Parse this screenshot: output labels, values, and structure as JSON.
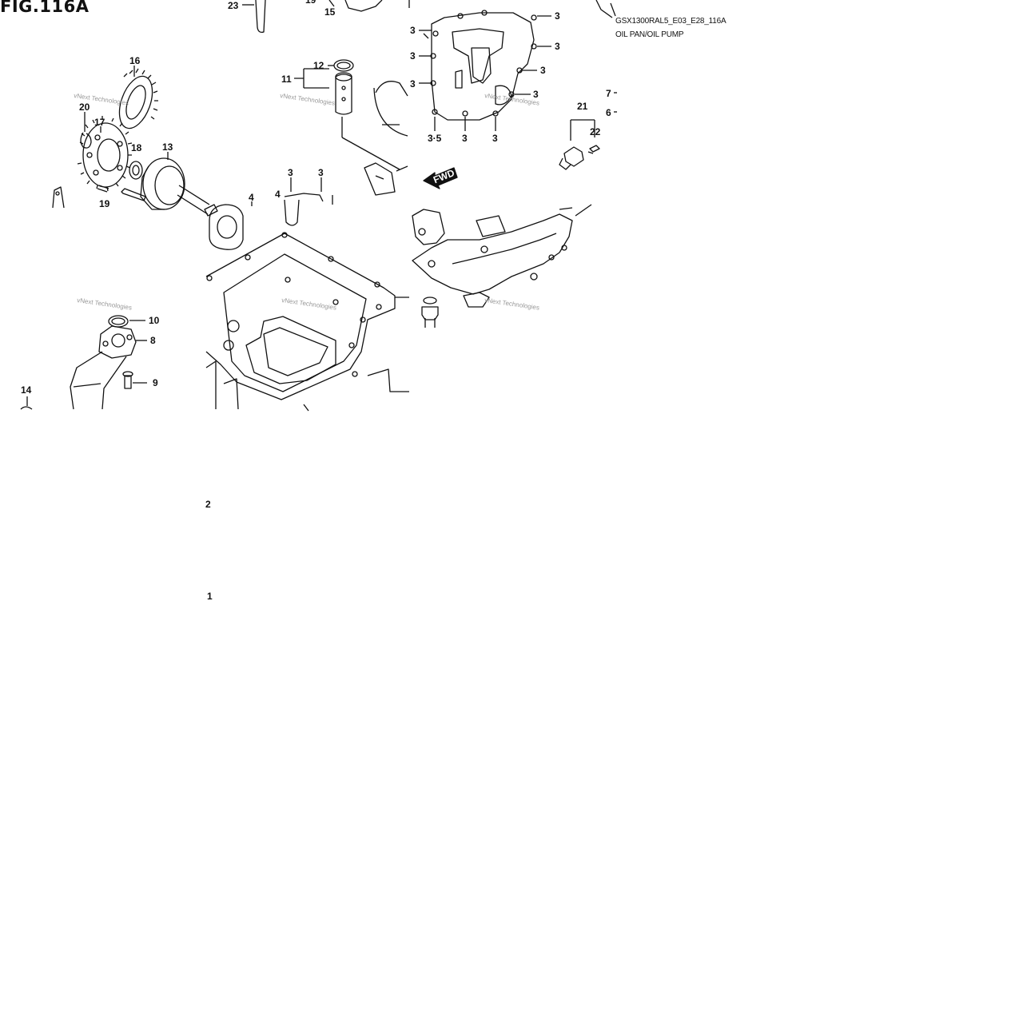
{
  "figure": {
    "title": "FIG.116A",
    "model_code": "GSX1300RAL5_E03_E28_116A",
    "group_name": "OIL PAN/OIL PUMP"
  },
  "watermark": "vNext Technologies",
  "fwd_label": "FWD",
  "callouts": [
    {
      "id": "c23",
      "label": "23"
    },
    {
      "id": "c19a",
      "label": "19"
    },
    {
      "id": "c15",
      "label": "15"
    },
    {
      "id": "c16",
      "label": "16"
    },
    {
      "id": "c12",
      "label": "12"
    },
    {
      "id": "c11",
      "label": "11"
    },
    {
      "id": "c20",
      "label": "20"
    },
    {
      "id": "c17",
      "label": "17"
    },
    {
      "id": "c18",
      "label": "18"
    },
    {
      "id": "c13",
      "label": "13"
    },
    {
      "id": "c19b",
      "label": "19"
    },
    {
      "id": "c4a",
      "label": "4"
    },
    {
      "id": "c4b",
      "label": "4"
    },
    {
      "id": "c3a",
      "label": "3"
    },
    {
      "id": "c3b",
      "label": "3"
    },
    {
      "id": "c10",
      "label": "10"
    },
    {
      "id": "c8",
      "label": "8"
    },
    {
      "id": "c9",
      "label": "9"
    },
    {
      "id": "c14",
      "label": "14"
    },
    {
      "id": "c2",
      "label": "2"
    },
    {
      "id": "c1",
      "label": "1"
    },
    {
      "id": "c3_l1",
      "label": "3"
    },
    {
      "id": "c3_l2",
      "label": "3"
    },
    {
      "id": "c3_l3",
      "label": "3"
    },
    {
      "id": "c35",
      "label": "3·5"
    },
    {
      "id": "c3_b1",
      "label": "3"
    },
    {
      "id": "c3_b2",
      "label": "3"
    },
    {
      "id": "c3_r1",
      "label": "3"
    },
    {
      "id": "c3_r2",
      "label": "3"
    },
    {
      "id": "c3_r3",
      "label": "3"
    },
    {
      "id": "c3_r4",
      "label": "3"
    },
    {
      "id": "c21",
      "label": "21"
    },
    {
      "id": "c22",
      "label": "22"
    },
    {
      "id": "c7",
      "label": "7"
    },
    {
      "id": "c6",
      "label": "6"
    }
  ]
}
